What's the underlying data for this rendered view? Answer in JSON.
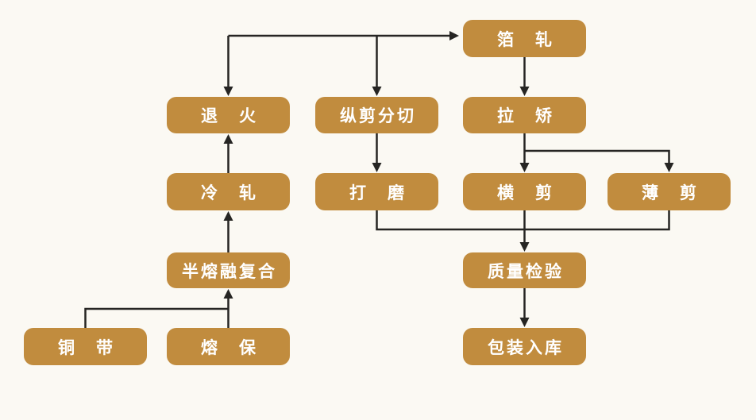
{
  "diagram": {
    "type": "flowchart",
    "subject": "copper foil production process",
    "colors": {
      "background": "#FBF9F3",
      "node_fill": "#C18C3E",
      "node_text": "#FFFFFF",
      "connector": "#262523"
    },
    "nodes": [
      {
        "id": "foil-rolling",
        "label": "箔　轧"
      },
      {
        "id": "annealing",
        "label": "退　火"
      },
      {
        "id": "slitting",
        "label": "纵剪分切"
      },
      {
        "id": "tension-leveling",
        "label": "拉　矫"
      },
      {
        "id": "cold-rolling",
        "label": "冷　轧"
      },
      {
        "id": "grinding",
        "label": "打　磨"
      },
      {
        "id": "cross-shearing",
        "label": "横　剪"
      },
      {
        "id": "thin-shearing",
        "label": "薄　剪"
      },
      {
        "id": "semi-melt-compositing",
        "label": "半熔融复合"
      },
      {
        "id": "quality-inspection",
        "label": "质量检验"
      },
      {
        "id": "copper-strip",
        "label": "铜　带"
      },
      {
        "id": "melt-protection",
        "label": "熔　保"
      },
      {
        "id": "packing-warehousing",
        "label": "包装入库"
      }
    ],
    "edges": [
      {
        "from": [
          "铜带",
          "熔保"
        ],
        "to": "半熔融复合"
      },
      {
        "from": "半熔融复合",
        "to": "冷轧"
      },
      {
        "from": "冷轧",
        "to": "退火"
      },
      {
        "type": "branch-bus",
        "arrows_into": [
          "退火",
          "纵剪分切",
          "箔轧"
        ]
      },
      {
        "from": "箔轧",
        "to": "拉矫"
      },
      {
        "from": "拉矫",
        "to": [
          "横剪",
          "薄剪"
        ]
      },
      {
        "from": "纵剪分切",
        "to": "打磨"
      },
      {
        "from": [
          "打磨",
          "横剪",
          "薄剪"
        ],
        "to": "质量检验"
      },
      {
        "from": "质量检验",
        "to": "包装入库"
      }
    ]
  }
}
